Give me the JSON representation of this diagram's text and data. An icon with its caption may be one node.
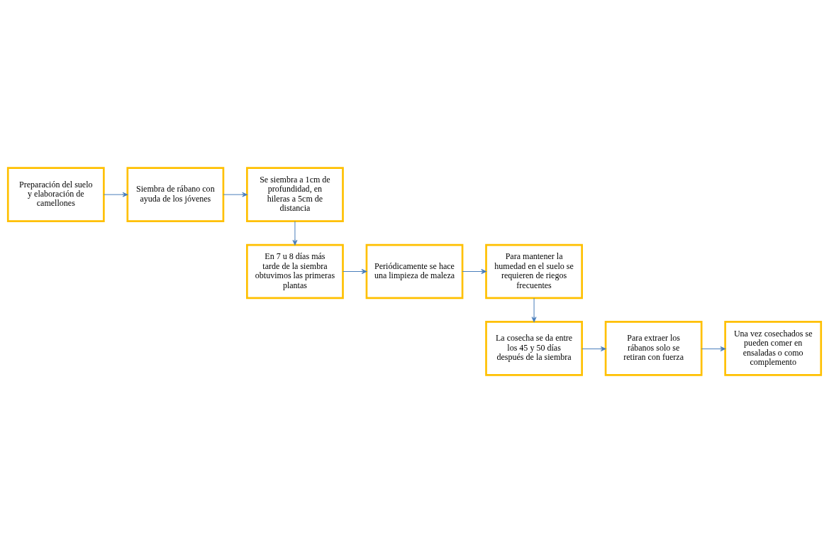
{
  "diagram": {
    "nodes": [
      {
        "text": [
          "Preparación del suelo y elaboración de camellones"
        ]
      },
      {
        "text": [
          "Siembra de rábano con ayuda de los jóvenes"
        ]
      },
      {
        "text": [
          "Se siembra a 1cm de profundidad, en hileras a 5cm de distancia"
        ]
      },
      {
        "text": [
          "En 7 u 8 días más tarde de la siembra obtuvimos las primeras plantas"
        ]
      },
      {
        "text": [
          "Periódicamente se hace una limpieza de maleza"
        ]
      },
      {
        "text": [
          "Para mantener la humedad en el suelo se requieren de riegos frecuentes"
        ]
      },
      {
        "text": [
          "La cosecha se da entre los 45 y 50 días después de la siembra"
        ]
      },
      {
        "text": [
          "Para extraer los rábanos solo se retiran con fuerza"
        ]
      },
      {
        "text": [
          "Una vez cosechados se pueden comer en ensaladas o como complemento"
        ]
      }
    ],
    "edges": [
      {
        "from": 0,
        "to": 1,
        "arrow": "to"
      },
      {
        "from": 1,
        "to": 2,
        "arrow": "to"
      },
      {
        "from": 2,
        "to": 3,
        "arrow": "to"
      },
      {
        "from": 3,
        "to": 4,
        "arrow": "to"
      },
      {
        "from": 4,
        "to": 5,
        "arrow": "to"
      },
      {
        "from": 5,
        "to": 6,
        "arrow": "to"
      },
      {
        "from": 6,
        "to": 7,
        "arrow": "to"
      },
      {
        "from": 7,
        "to": 8,
        "arrow": "to"
      }
    ]
  }
}
